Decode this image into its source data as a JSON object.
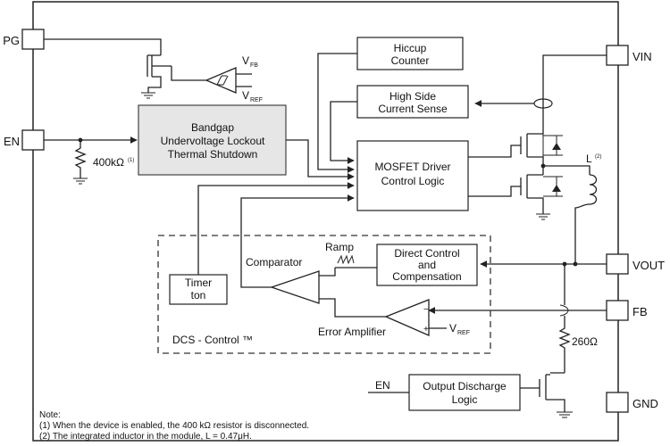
{
  "pins": {
    "pg": "PG",
    "en": "EN",
    "vin": "VIN",
    "vout": "VOUT",
    "fb": "FB",
    "gnd": "GND"
  },
  "blocks": {
    "hiccup_line1": "Hiccup",
    "hiccup_line2": "Counter",
    "hscs_line1": "High Side",
    "hscs_line2": "Current Sense",
    "bandgap_line1": "Bandgap",
    "bandgap_line2": "Undervoltage Lockout",
    "bandgap_line3": "Thermal Shutdown",
    "driver_line1": "MOSFET Driver",
    "driver_line2": "Control Logic",
    "dcc_line1": "Direct Control",
    "dcc_line2": "and",
    "dcc_line3": "Compensation",
    "timer_line1": "Timer",
    "timer_line2": "ton",
    "discharge_line1": "Output Discharge",
    "discharge_line2": "Logic"
  },
  "labels": {
    "vfb_main": "V",
    "vfb_sub": "FB",
    "vref_main": "V",
    "vref_sub": "REF",
    "vref2_main": "V",
    "vref2_sub": "REF",
    "resistor_en": "400kΩ",
    "resistor_en_sup": "(1)",
    "inductor": "L",
    "inductor_sup": "(2)",
    "ramp": "Ramp",
    "comparator": "Comparator",
    "error_amp": "Error Amplifier",
    "dcs_control": "DCS - Control ™",
    "resistor_fb": "260Ω",
    "en_discharge": "EN",
    "minus": "−",
    "plus": "+"
  },
  "notes": {
    "title": "Note:",
    "note1": "(1) When the device is enabled, the 400 kΩ resistor is disconnected.",
    "note2": "(2) The integrated inductor in the module, L = 0.47μH."
  }
}
